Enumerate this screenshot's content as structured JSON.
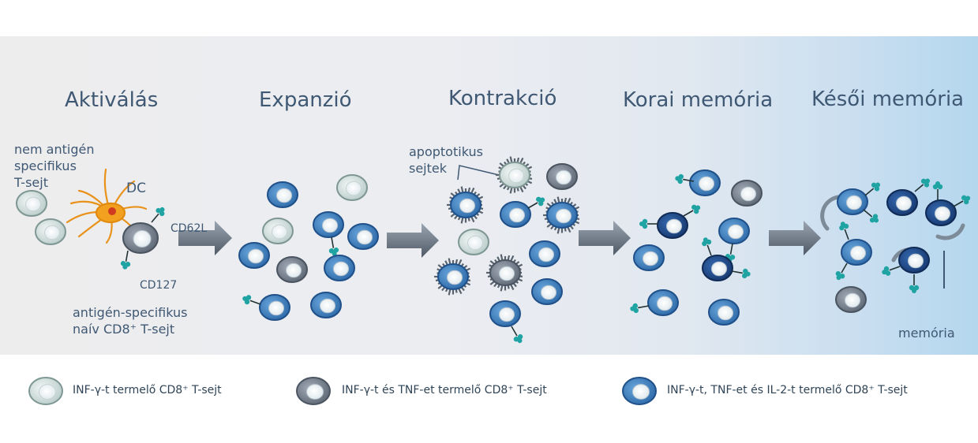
{
  "stages": {
    "activation": "Aktiválás",
    "expansion": "Expanzió",
    "contraction": "Kontrakció",
    "early_memory": "Korai memória",
    "late_memory": "Késői memória"
  },
  "labels": {
    "non_specific": [
      "nem antigén",
      "specifikus",
      "T-sejt"
    ],
    "dc": "DC",
    "cd62l": "CD62L",
    "cd127": "CD127",
    "naive_specific": [
      "antigén-specifikus",
      "naív CD8⁺ T-sejt"
    ],
    "apoptotic": [
      "apoptotikus",
      "sejtek"
    ],
    "memory": "memória"
  },
  "legend": [
    {
      "text": "INF-γ-t termelő CD8⁺ T-sejt",
      "cell": "light"
    },
    {
      "text": "INF-γ-t és TNF-et termelő CD8⁺ T-sejt",
      "cell": "gray"
    },
    {
      "text": "INF-γ-t, TNF-et és IL-2-t termelő CD8⁺ T-sejt",
      "cell": "blue"
    }
  ],
  "colors": {
    "light_cell": "#d9e6e4",
    "gray_cell": "#7b8593",
    "blue_cell": "#3f82bf",
    "dark_blue_cell": "#1f4f93",
    "receptor": "#1fa3a3",
    "dc": "#f0a020",
    "arrow": "#6c7885"
  }
}
